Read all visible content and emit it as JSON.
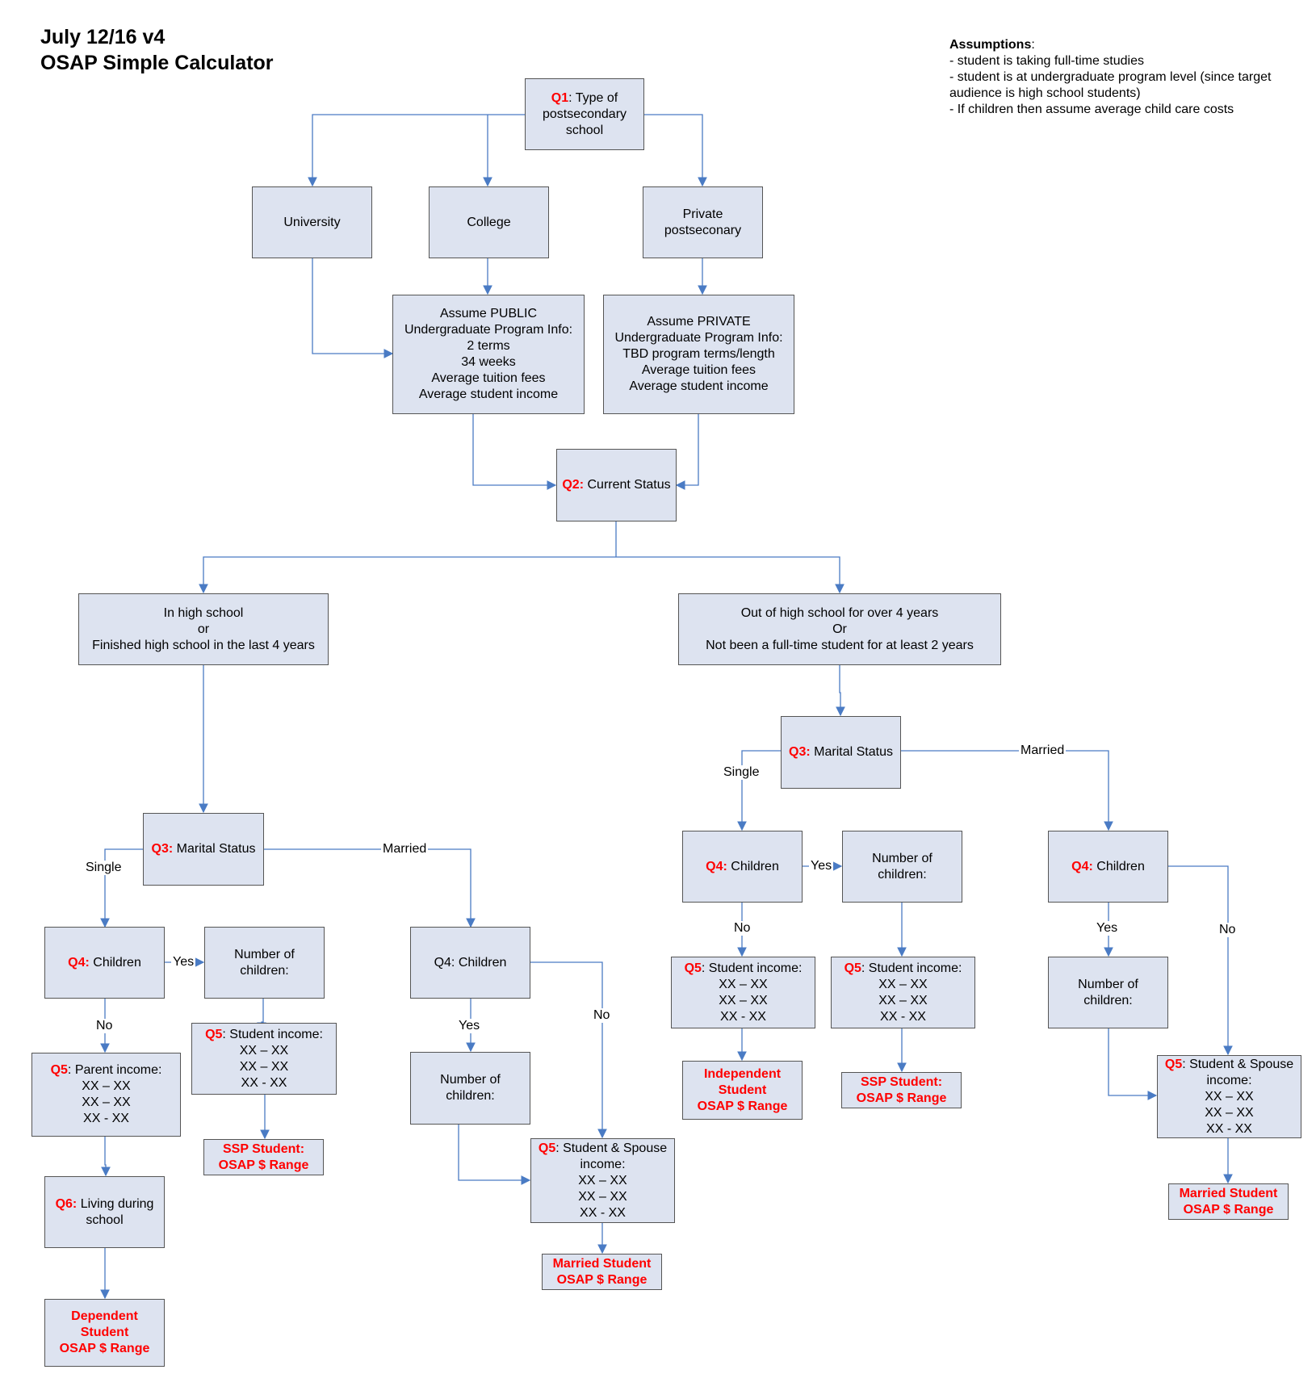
{
  "header": {
    "line1": "July 12/16 v4",
    "line2": "OSAP Simple Calculator"
  },
  "assumptions": {
    "heading": "Assumptions",
    "items": [
      " - student is taking full-time studies",
      " - student is at undergraduate program level (since target audience is high school students)",
      " - If children then assume average child care costs"
    ]
  },
  "boxes": {
    "q1": {
      "q": "Q1",
      "text": "Type of postsecondary school"
    },
    "university": {
      "text": "University"
    },
    "college": {
      "text": "College"
    },
    "private": {
      "text": "Private postseconary"
    },
    "public_info": {
      "lines": [
        "Assume PUBLIC",
        "Undergraduate Program Info:",
        "2 terms",
        "34 weeks",
        "Average tuition fees",
        "Average student income"
      ]
    },
    "private_info": {
      "lines": [
        "Assume PRIVATE",
        "Undergraduate Program Info:",
        "TBD program terms/length",
        "Average tuition fees",
        "Average student income"
      ]
    },
    "q2": {
      "q": "Q2:",
      "text": "Current Status"
    },
    "in_hs": {
      "lines": [
        "In high school",
        "or",
        "Finished high school in the last 4 years"
      ]
    },
    "out_hs": {
      "lines": [
        "Out of high school for over 4 years",
        "Or",
        "Not been a full-time student for at least 2 years"
      ]
    },
    "l_q3": {
      "q": "Q3:",
      "text": "Marital Status"
    },
    "l_q4s": {
      "q": "Q4:",
      "text": "Children"
    },
    "l_numc_s": {
      "text": "Number of children:"
    },
    "l_q5_parent": {
      "q": "Q5",
      "text": "Parent income:",
      "lines": [
        "XX – XX",
        "XX – XX",
        "XX - XX"
      ]
    },
    "l_q5_student": {
      "q": "Q5",
      "text": "Student  income:",
      "lines": [
        "XX – XX",
        "XX – XX",
        "XX - XX"
      ]
    },
    "l_ssp": {
      "lines": [
        "SSP Student:",
        "OSAP $ Range"
      ]
    },
    "l_q6": {
      "q": "Q6:",
      "text": "Living during school"
    },
    "l_dependent": {
      "lines": [
        "Dependent",
        "Student",
        "OSAP $ Range"
      ]
    },
    "l_q4m": {
      "text": "Q4: Children"
    },
    "l_numc_m": {
      "text": "Number of children:"
    },
    "l_q5_spouse": {
      "q": "Q5",
      "text": "Student & Spouse income:",
      "lines": [
        "XX – XX",
        "XX – XX",
        "XX - XX"
      ]
    },
    "l_married": {
      "lines": [
        "Married Student",
        "OSAP $ Range"
      ]
    },
    "r_q3": {
      "q": "Q3:",
      "text": "Marital Status"
    },
    "r_q4s": {
      "q": "Q4:",
      "text": "Children"
    },
    "r_numc_s": {
      "text": "Number of children:"
    },
    "r_q5_no": {
      "q": "Q5",
      "text": "Student  income:",
      "lines": [
        "XX – XX",
        "XX – XX",
        "XX - XX"
      ]
    },
    "r_q5_yes": {
      "q": "Q5",
      "text": "Student  income:",
      "lines": [
        "XX – XX",
        "XX – XX",
        "XX - XX"
      ]
    },
    "r_independent": {
      "lines": [
        "Independent",
        "Student",
        "OSAP $ Range"
      ]
    },
    "r_ssp": {
      "lines": [
        "SSP Student:",
        "OSAP $ Range"
      ]
    },
    "r_q4m": {
      "q": "Q4:",
      "text": "Children"
    },
    "r_numc_m": {
      "text": "Number of children:"
    },
    "r_q5_spouse": {
      "q": "Q5",
      "text": "Student & Spouse income:",
      "lines": [
        "XX – XX",
        "XX – XX",
        "XX - XX"
      ]
    },
    "r_married": {
      "lines": [
        "Married Student",
        "OSAP $ Range"
      ]
    }
  },
  "labels": {
    "single": "Single",
    "married": "Married",
    "yes": "Yes",
    "no": "No"
  },
  "colors": {
    "box_fill": "#dde3f0",
    "arrow": "#4a7bc4",
    "question": "#ff0000"
  }
}
